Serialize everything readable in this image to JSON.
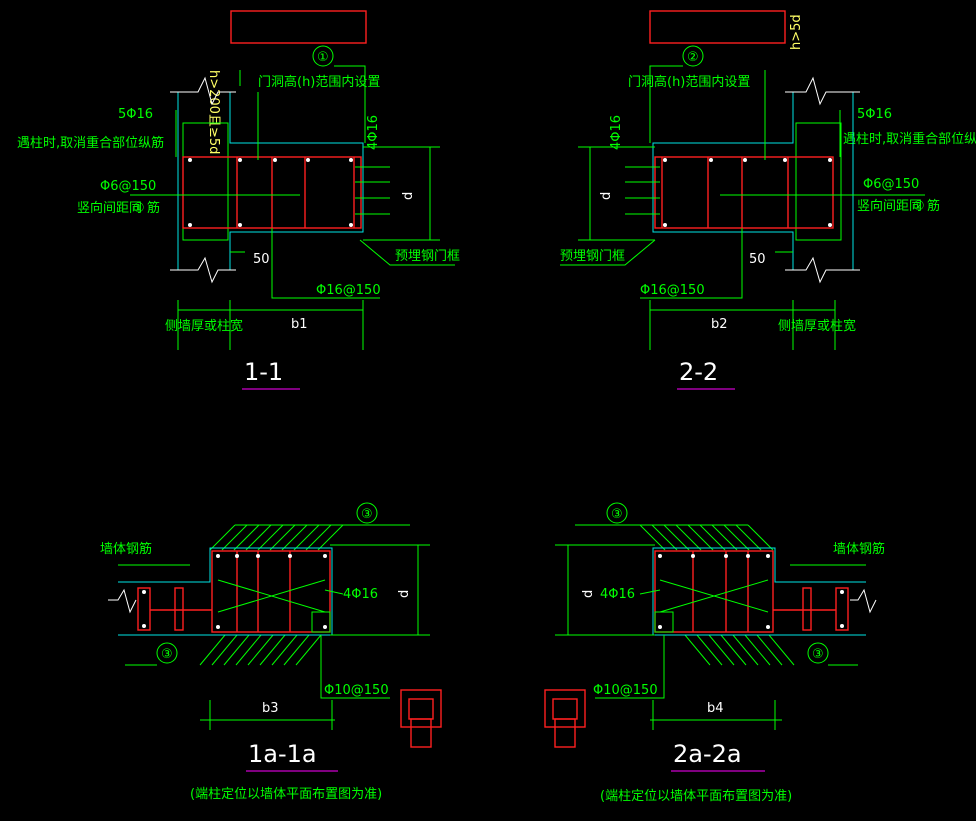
{
  "sections": [
    {
      "id": "1-1",
      "title": "1-1",
      "circle": "①",
      "note_opening": "门洞高(h)范围内设置",
      "bars_a": "5Φ16",
      "bars_b": "4Φ16",
      "wall_note": "遇柱时,取消重合部位纵筋",
      "stirrup": "Φ6@150",
      "stirrup_note": "竖向间距同",
      "stirrup_ref": "①",
      "stirrup_suffix": "筋",
      "embedded": "预埋钢门框",
      "gap": "50",
      "tie": "Φ16@150",
      "dim_d": "d",
      "dim_b": "b1",
      "width_note": "侧墙厚或柱宽",
      "vertical_note": "h>200且≥5d"
    },
    {
      "id": "2-2",
      "title": "2-2",
      "circle": "②",
      "note_opening": "门洞高(h)范围内设置",
      "bars_a": "5Φ16",
      "bars_b": "4Φ16",
      "wall_note": "遇柱时,取消重合部位纵筋",
      "stirrup": "Φ6@150",
      "stirrup_note": "竖向间距同",
      "stirrup_ref": "②",
      "stirrup_suffix": "筋",
      "embedded": "预埋钢门框",
      "gap": "50",
      "tie": "Φ16@150",
      "dim_d": "d",
      "dim_b": "b2",
      "width_note": "侧墙厚或柱宽",
      "vertical_note": "h>5d"
    },
    {
      "id": "1a-1a",
      "title": "1a-1a",
      "circle": "③",
      "wall_bars": "墙体钢筋",
      "bars": "4Φ16",
      "stirrup": "Φ10@150",
      "dim_d": "d",
      "dim_b": "b3",
      "footnote": "(端柱定位以墙体平面布置图为准)"
    },
    {
      "id": "2a-2a",
      "title": "2a-2a",
      "circle": "③",
      "wall_bars": "墙体钢筋",
      "bars": "4Φ16",
      "stirrup": "Φ10@150",
      "dim_d": "d",
      "dim_b": "b4",
      "footnote": "(端柱定位以墙体平面布置图为准)"
    }
  ],
  "colors": {
    "line": "#00ff00",
    "text": "#00ff00",
    "concrete": "#00e5e5",
    "rebar": "#ff2020",
    "title": "#ffffff",
    "underline": "#ff00ff",
    "background": "#000000"
  }
}
